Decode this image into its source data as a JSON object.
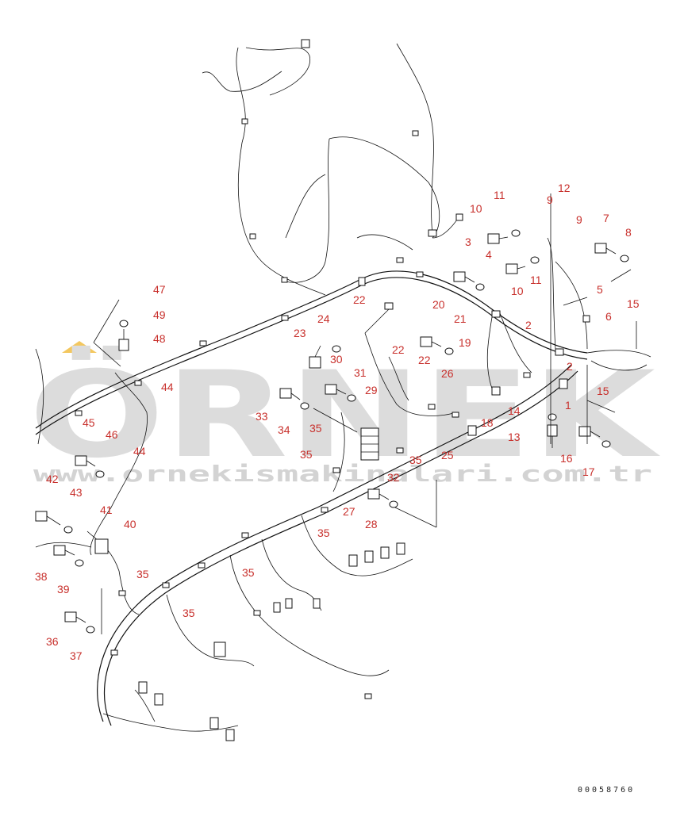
{
  "watermark": {
    "brand": "ÖRNEK",
    "url": "www.ornekismakinalari.com.tr",
    "accent_color": "#f2c14e",
    "gray_color": "#d9d9d9"
  },
  "drawing_number": "00058760",
  "callout_color": "#c8302c",
  "callouts": {
    "c1": "1",
    "c2a": "2",
    "c2b": "2",
    "c3": "3",
    "c4": "4",
    "c5": "5",
    "c6": "6",
    "c7": "7",
    "c8": "8",
    "c9a": "9",
    "c9b": "9",
    "c10a": "10",
    "c10b": "10",
    "c11a": "11",
    "c11b": "11",
    "c12": "12",
    "c13": "13",
    "c14": "14",
    "c15a": "15",
    "c15b": "15",
    "c16": "16",
    "c17": "17",
    "c18": "18",
    "c19": "19",
    "c20": "20",
    "c21": "21",
    "c22a": "22",
    "c22b": "22",
    "c22c": "22",
    "c23": "23",
    "c24": "24",
    "c25": "25",
    "c26": "26",
    "c27": "27",
    "c28": "28",
    "c29": "29",
    "c30": "30",
    "c31": "31",
    "c32": "32",
    "c33": "33",
    "c34": "34",
    "c35a": "35",
    "c35b": "35",
    "c35c": "35",
    "c35d": "35",
    "c35e": "35",
    "c35f": "35",
    "c35g": "35",
    "c36": "36",
    "c37": "37",
    "c38": "38",
    "c39": "39",
    "c40": "40",
    "c41": "41",
    "c42": "42",
    "c43": "43",
    "c44a": "44",
    "c44b": "44",
    "c45": "45",
    "c46": "46",
    "c47": "47",
    "c48": "48",
    "c49": "49"
  }
}
